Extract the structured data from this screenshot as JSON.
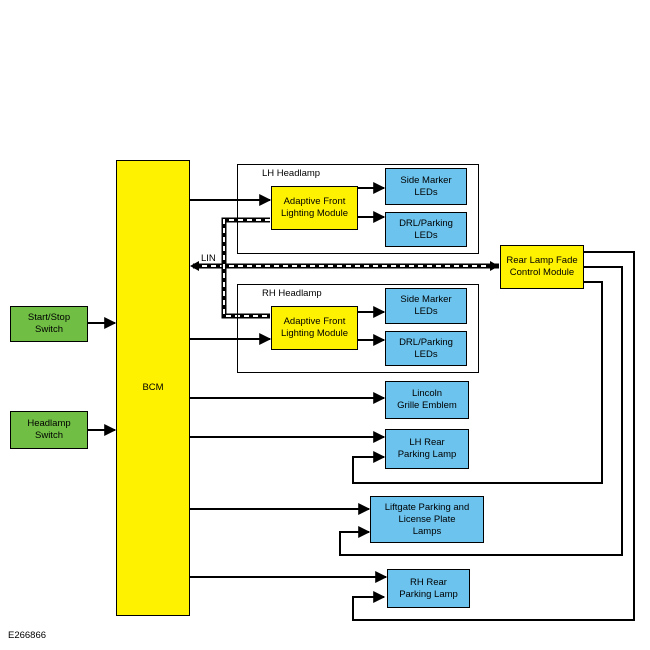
{
  "diagram": {
    "bcm": "BCM",
    "start_stop_switch": "Start/Stop\nSwitch",
    "headlamp_switch": "Headlamp\nSwitch",
    "lh_headlamp_title": "LH Headlamp",
    "rh_headlamp_title": "RH Headlamp",
    "lh_afl_module": "Adaptive Front\nLighting Module",
    "rh_afl_module": "Adaptive Front\nLighting Module",
    "lh_side_marker": "Side Marker\nLEDs",
    "lh_drl_parking": "DRL/Parking\nLEDs",
    "rh_side_marker": "Side Marker\nLEDs",
    "rh_drl_parking": "DRL/Parking\nLEDs",
    "rear_lamp_fade_module": "Rear Lamp Fade\nControl Module",
    "lin_label": "LIN",
    "lincoln_grille_emblem": "Lincoln\nGrille Emblem",
    "lh_rear_parking_lamp": "LH Rear\nParking Lamp",
    "liftgate_lamps": "Liftgate Parking and\nLicense Plate\nLamps",
    "rh_rear_parking_lamp": "RH Rear\nParking Lamp",
    "figure_code": "E266866"
  },
  "colors": {
    "module_yellow": "#fff200",
    "switch_green": "#70bf44",
    "load_blue": "#6bc3ee"
  }
}
